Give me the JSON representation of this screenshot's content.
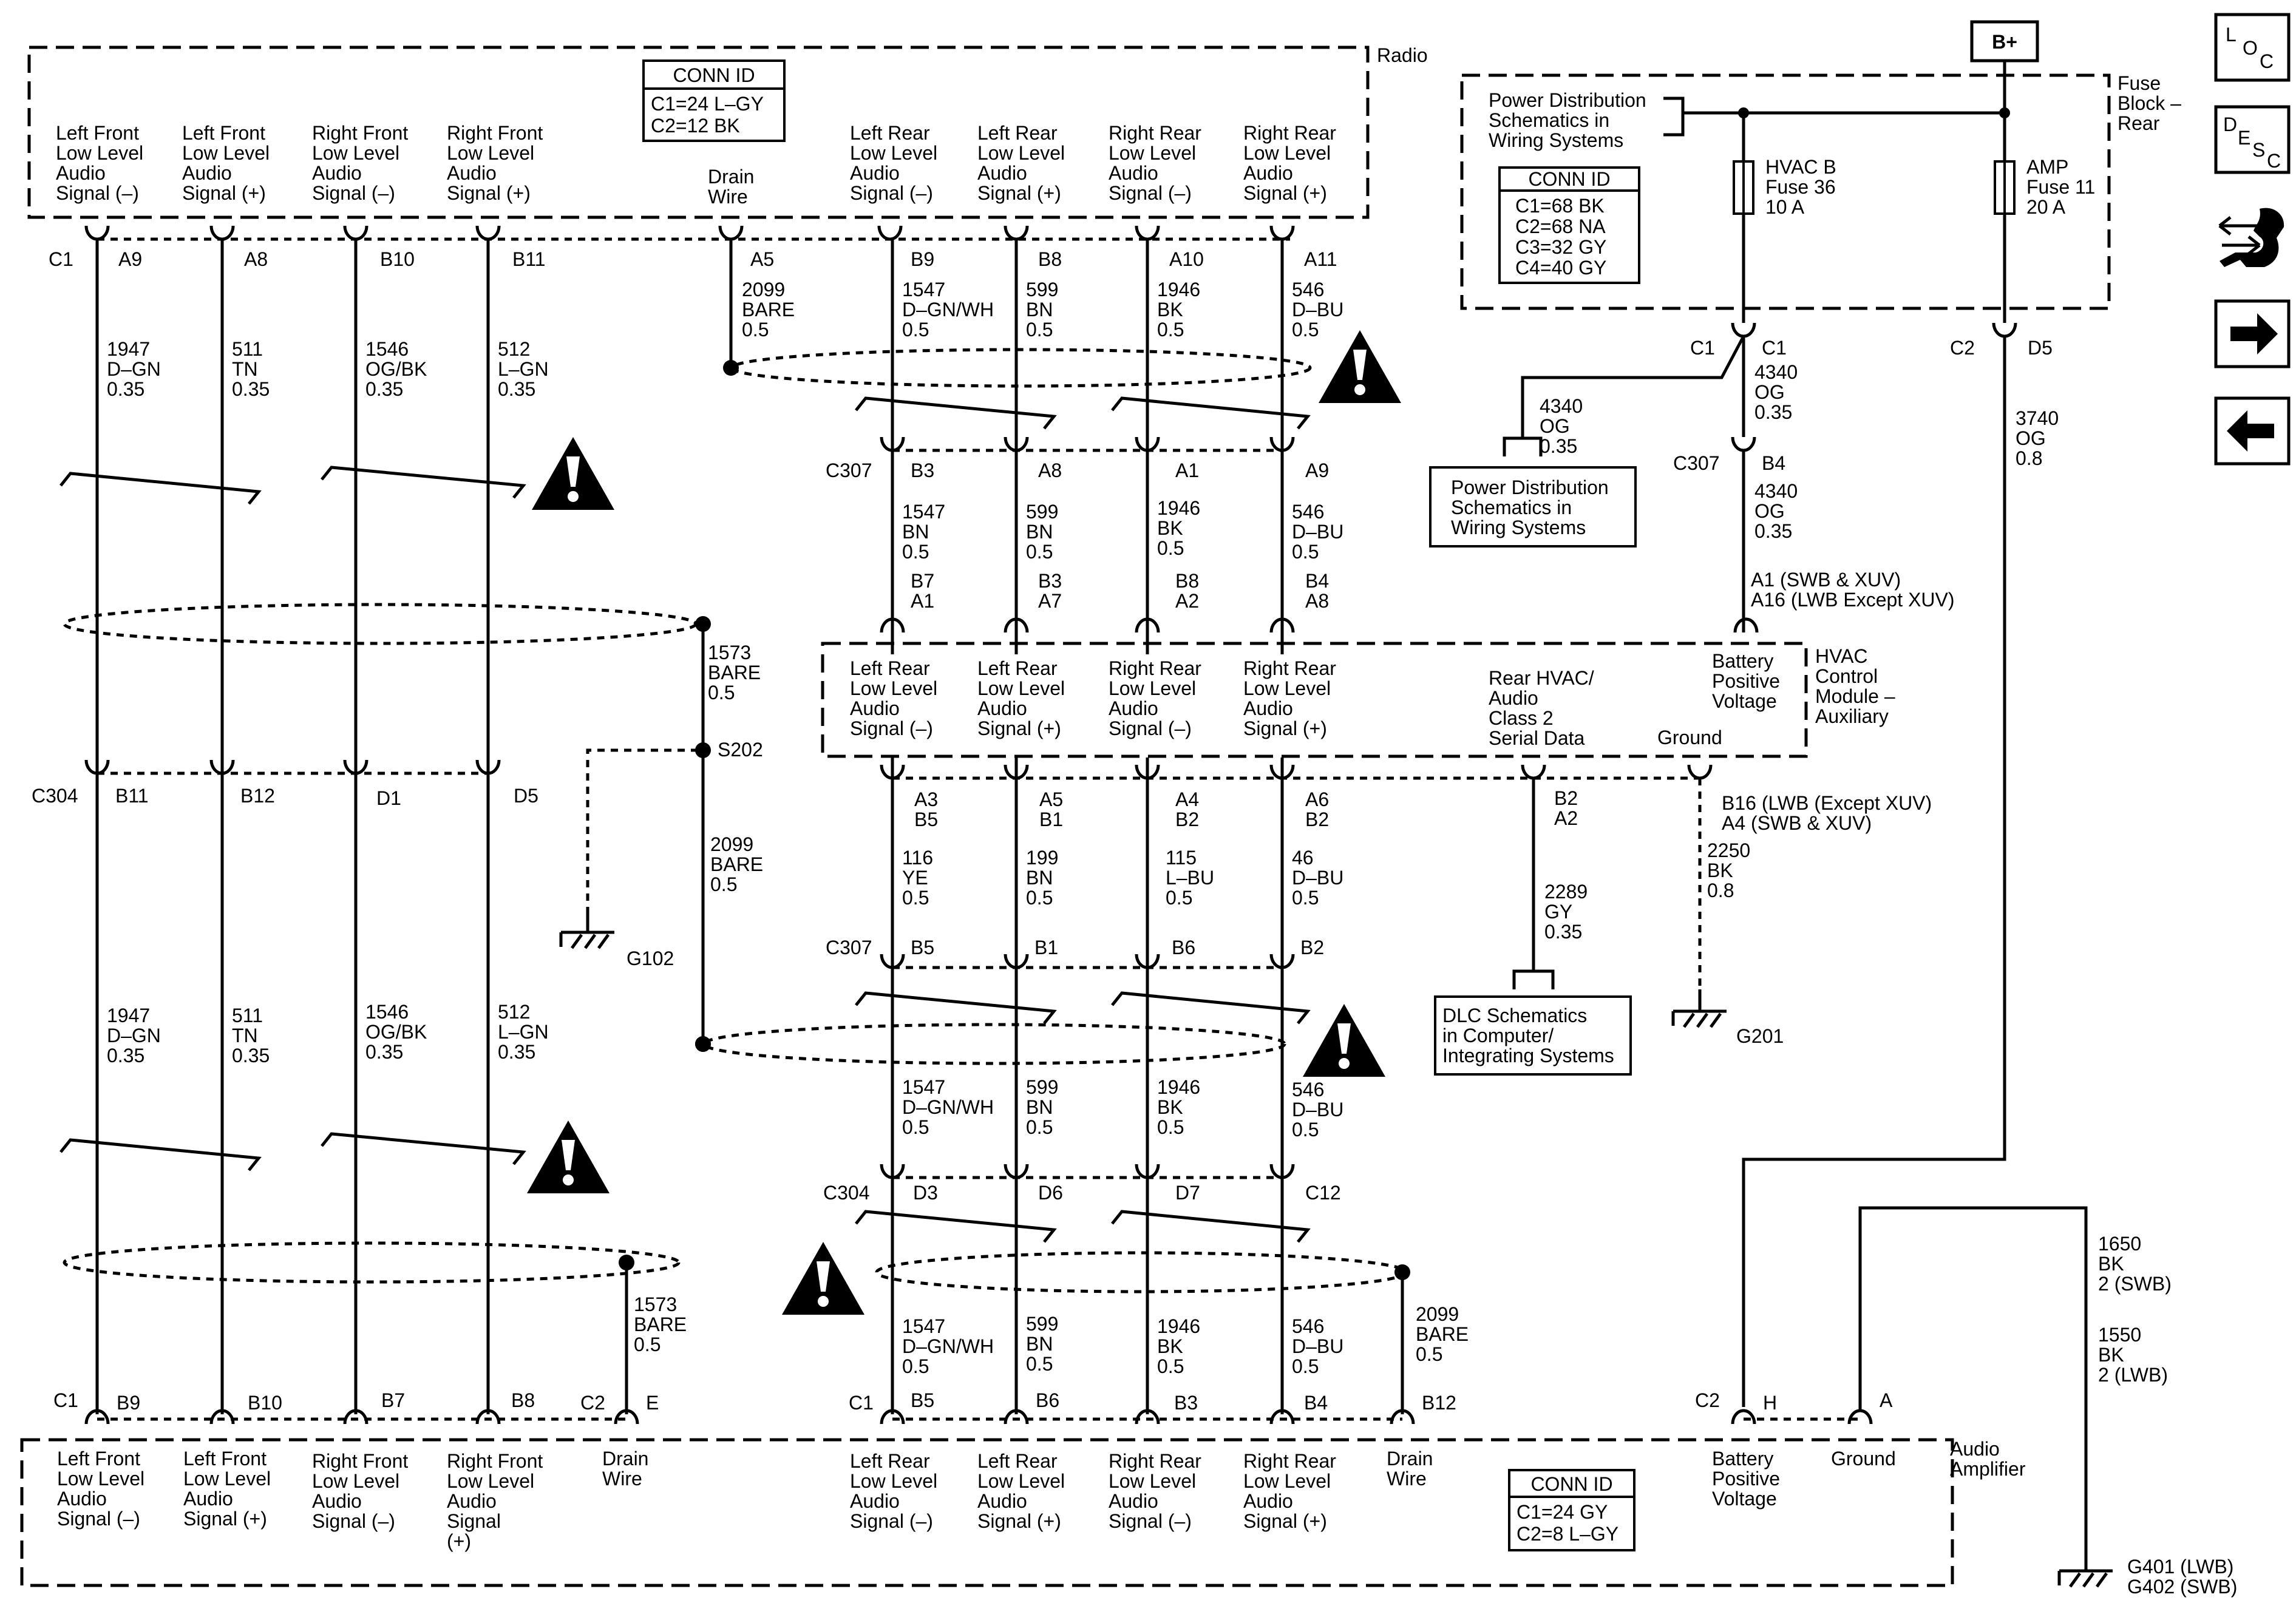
{
  "radio": {
    "module_label": "Radio",
    "conn_id": {
      "title": "CONN ID",
      "lines": [
        "C1=24 L–GY",
        "C2=12 BK"
      ]
    },
    "pins": [
      {
        "label": [
          "Left Front",
          "Low Level",
          "Audio",
          "Signal (–)"
        ],
        "conn": "C1",
        "pin": "A9"
      },
      {
        "label": [
          "Left Front",
          "Low Level",
          "Audio",
          "Signal (+)"
        ],
        "pin": "A8"
      },
      {
        "label": [
          "Right Front",
          "Low Level",
          "Audio",
          "Signal (–)"
        ],
        "pin": "B10"
      },
      {
        "label": [
          "Right Front",
          "Low Level",
          "Audio",
          "Signal (+)"
        ],
        "pin": "B11"
      },
      {
        "label": [
          "Drain",
          "Wire"
        ],
        "pin": "A5"
      },
      {
        "label": [
          "Left Rear",
          "Low Level",
          "Audio",
          "Signal (–)"
        ],
        "pin": "B9"
      },
      {
        "label": [
          "Left Rear",
          "Low Level",
          "Audio",
          "Signal (+)"
        ],
        "pin": "B8"
      },
      {
        "label": [
          "Right Rear",
          "Low Level",
          "Audio",
          "Signal (–)"
        ],
        "pin": "A10"
      },
      {
        "label": [
          "Right Rear",
          "Low Level",
          "Audio",
          "Signal (+)"
        ],
        "pin": "A11"
      }
    ]
  },
  "front_wires": {
    "upper": [
      [
        "1947",
        "D–GN",
        "0.35"
      ],
      [
        "511",
        "TN",
        "0.35"
      ],
      [
        "1546",
        "OG/BK",
        "0.35"
      ],
      [
        "512",
        "L–GN",
        "0.35"
      ]
    ],
    "c304": {
      "conn": "C304",
      "pins": [
        "B11",
        "B12",
        "D1",
        "D5"
      ]
    },
    "lower": [
      [
        "1947",
        "D–GN",
        "0.35"
      ],
      [
        "511",
        "TN",
        "0.35"
      ],
      [
        "1546",
        "OG/BK",
        "0.35"
      ],
      [
        "512",
        "L–GN",
        "0.35"
      ]
    ],
    "drain_upper": [
      "1573",
      "BARE",
      "0.5"
    ],
    "splice": "S202",
    "splice_drain": [
      "2099",
      "BARE",
      "0.5"
    ],
    "ground": "G102",
    "drain_lower": [
      "1573",
      "BARE",
      "0.5"
    ]
  },
  "rear_wires": {
    "drain_radio": [
      "2099",
      "BARE",
      "0.5"
    ],
    "upper": [
      [
        "1547",
        "D–GN/WH",
        "0.5"
      ],
      [
        "599",
        "BN",
        "0.5"
      ],
      [
        "1946",
        "BK",
        "0.5"
      ],
      [
        "546",
        "D–BU",
        "0.5"
      ]
    ],
    "c307_top": {
      "conn": "C307",
      "pins": [
        "B3",
        "A8",
        "A1",
        "A9"
      ]
    },
    "mid": [
      [
        "1547",
        "BN",
        "0.5"
      ],
      [
        "599",
        "BN",
        "0.5"
      ],
      [
        "1946",
        "BK",
        "0.5"
      ],
      [
        "546",
        "D–BU",
        "0.5"
      ]
    ],
    "hvac_in_pins": [
      [
        "B7",
        "A1"
      ],
      [
        "B3",
        "A7"
      ],
      [
        "B8",
        "A2"
      ],
      [
        "B4",
        "A8"
      ]
    ],
    "hvac_out_pins": [
      [
        "A3",
        "B5"
      ],
      [
        "A5",
        "B1"
      ],
      [
        "A4",
        "B2"
      ],
      [
        "A6",
        "B2"
      ]
    ],
    "out_wires": [
      [
        "116",
        "YE",
        "0.5"
      ],
      [
        "199",
        "BN",
        "0.5"
      ],
      [
        "115",
        "L–BU",
        "0.5"
      ],
      [
        "46",
        "D–BU",
        "0.5"
      ]
    ],
    "c307_bottom": {
      "conn": "C307",
      "pins": [
        "B5",
        "B1",
        "B6",
        "B2"
      ]
    },
    "lower": [
      [
        "1547",
        "D–GN/WH",
        "0.5"
      ],
      [
        "599",
        "BN",
        "0.5"
      ],
      [
        "1946",
        "BK",
        "0.5"
      ],
      [
        "546",
        "D–BU",
        "0.5"
      ]
    ],
    "c304": {
      "conn": "C304",
      "pins": [
        "D3",
        "D6",
        "D7",
        "C12"
      ]
    },
    "bottom": [
      [
        "1547",
        "D–GN/WH",
        "0.5"
      ],
      [
        "599",
        "BN",
        "0.5"
      ],
      [
        "1946",
        "BK",
        "0.5"
      ],
      [
        "546",
        "D–BU",
        "0.5"
      ]
    ],
    "drain_amp": [
      "2099",
      "BARE",
      "0.5"
    ]
  },
  "hvac_module": {
    "name": [
      "HVAC",
      "Control",
      "Module –",
      "Auxiliary"
    ],
    "inputs": [
      [
        "Left Rear",
        "Low Level",
        "Audio",
        "Signal (–)"
      ],
      [
        "Left Rear",
        "Low Level",
        "Audio",
        "Signal (+)"
      ],
      [
        "Right Rear",
        "Low Level",
        "Audio",
        "Signal (–)"
      ],
      [
        "Right Rear",
        "Low Level",
        "Audio",
        "Signal (+)"
      ]
    ],
    "serial_label": [
      "Rear HVAC/",
      "Audio",
      "Class 2",
      "Serial Data"
    ],
    "ground_label": "Ground",
    "battery_label": [
      "Battery",
      "Positive",
      "Voltage"
    ],
    "battery_pin": [
      "A1 (SWB & XUV)",
      "A16 (LWB Except XUV)"
    ],
    "serial_pins": [
      "B2",
      "A2"
    ],
    "serial_wire": [
      "2289",
      "GY",
      "0.35"
    ],
    "dlc_ref": [
      "DLC Schematics",
      "in Computer/",
      "Integrating Systems"
    ],
    "ground_pins": [
      "B16 (LWB (Except XUV)",
      "A4 (SWB & XUV)"
    ],
    "ground_wire": [
      "2250",
      "BK",
      "0.8"
    ],
    "ground_id": "G201"
  },
  "fuse_block": {
    "name": [
      "Fuse",
      "Block –",
      "Rear"
    ],
    "power_ref": [
      "Power Distribution",
      "Schematics in",
      "Wiring Systems"
    ],
    "conn_id": {
      "title": "CONN ID",
      "lines": [
        "C1=68 BK",
        "C2=68 NA",
        "C3=32 GY",
        "C4=40 GY"
      ]
    },
    "b_plus": "B+",
    "hvac_fuse": [
      "HVAC B",
      "Fuse 36",
      "10 A"
    ],
    "amp_fuse": [
      "AMP",
      "Fuse 11",
      "20 A"
    ],
    "hvac_out": {
      "conn_left": "C1",
      "conn_right": "C1"
    },
    "amp_out": {
      "conn": "C2",
      "pin": "D5"
    },
    "hvac_wire_a": [
      "4340",
      "OG",
      "0.35"
    ],
    "hvac_wire_b": [
      "4340",
      "OG",
      "0.35"
    ],
    "c307": {
      "conn": "C307",
      "pin": "B4"
    },
    "hvac_wire_c": [
      "4340",
      "OG",
      "0.35"
    ],
    "power_ref_2": [
      "Power Distribution",
      "Schematics in",
      "Wiring Systems"
    ],
    "amp_wire": [
      "3740",
      "OG",
      "0.8"
    ]
  },
  "amplifier": {
    "name": [
      "Audio",
      "Amplifier"
    ],
    "conn_id": {
      "title": "CONN ID",
      "lines": [
        "C1=24 GY",
        "C2=8 L–GY"
      ]
    },
    "pins": [
      {
        "label": [
          "Left Front",
          "Low Level",
          "Audio",
          "Signal (–)"
        ],
        "conn": "C1",
        "pin": "B9"
      },
      {
        "label": [
          "Left Front",
          "Low Level",
          "Audio",
          "Signal (+)"
        ],
        "pin": "B10"
      },
      {
        "label": [
          "Right Front",
          "Low Level",
          "Audio",
          "Signal (–)"
        ],
        "pin": "B7"
      },
      {
        "label": [
          "Right Front",
          "Low Level",
          "Audio",
          "Signal",
          "(+)"
        ],
        "pin": "B8"
      },
      {
        "label": [
          "Drain",
          "Wire"
        ],
        "conn": "C2",
        "pin": "E"
      },
      {
        "label": [
          "Left Rear",
          "Low Level",
          "Audio",
          "Signal (–)"
        ],
        "conn": "C1",
        "pin": "B5"
      },
      {
        "label": [
          "Left Rear",
          "Low Level",
          "Audio",
          "Signal (+)"
        ],
        "pin": "B6"
      },
      {
        "label": [
          "Right Rear",
          "Low Level",
          "Audio",
          "Signal (–)"
        ],
        "pin": "B3"
      },
      {
        "label": [
          "Right Rear",
          "Low Level",
          "Audio",
          "Signal (+)"
        ],
        "pin": "B4"
      },
      {
        "label": [
          "Drain",
          "Wire"
        ],
        "pin": "B12"
      },
      {
        "label": [
          "Battery",
          "Positive",
          "Voltage"
        ],
        "conn": "C2",
        "pin": "H"
      },
      {
        "label": [
          "Ground"
        ],
        "pin": "A"
      }
    ],
    "gnd_wire_swb": [
      "1650",
      "BK",
      "2 (SWB)"
    ],
    "gnd_wire_lwb": [
      "1550",
      "BK",
      "2 (LWB)"
    ],
    "grounds": [
      "G401 (LWB)",
      "G402  (SWB)"
    ]
  },
  "nav": {
    "loc": [
      "L",
      "O",
      "C"
    ],
    "desc": [
      "D",
      "E",
      "S",
      "C"
    ]
  }
}
